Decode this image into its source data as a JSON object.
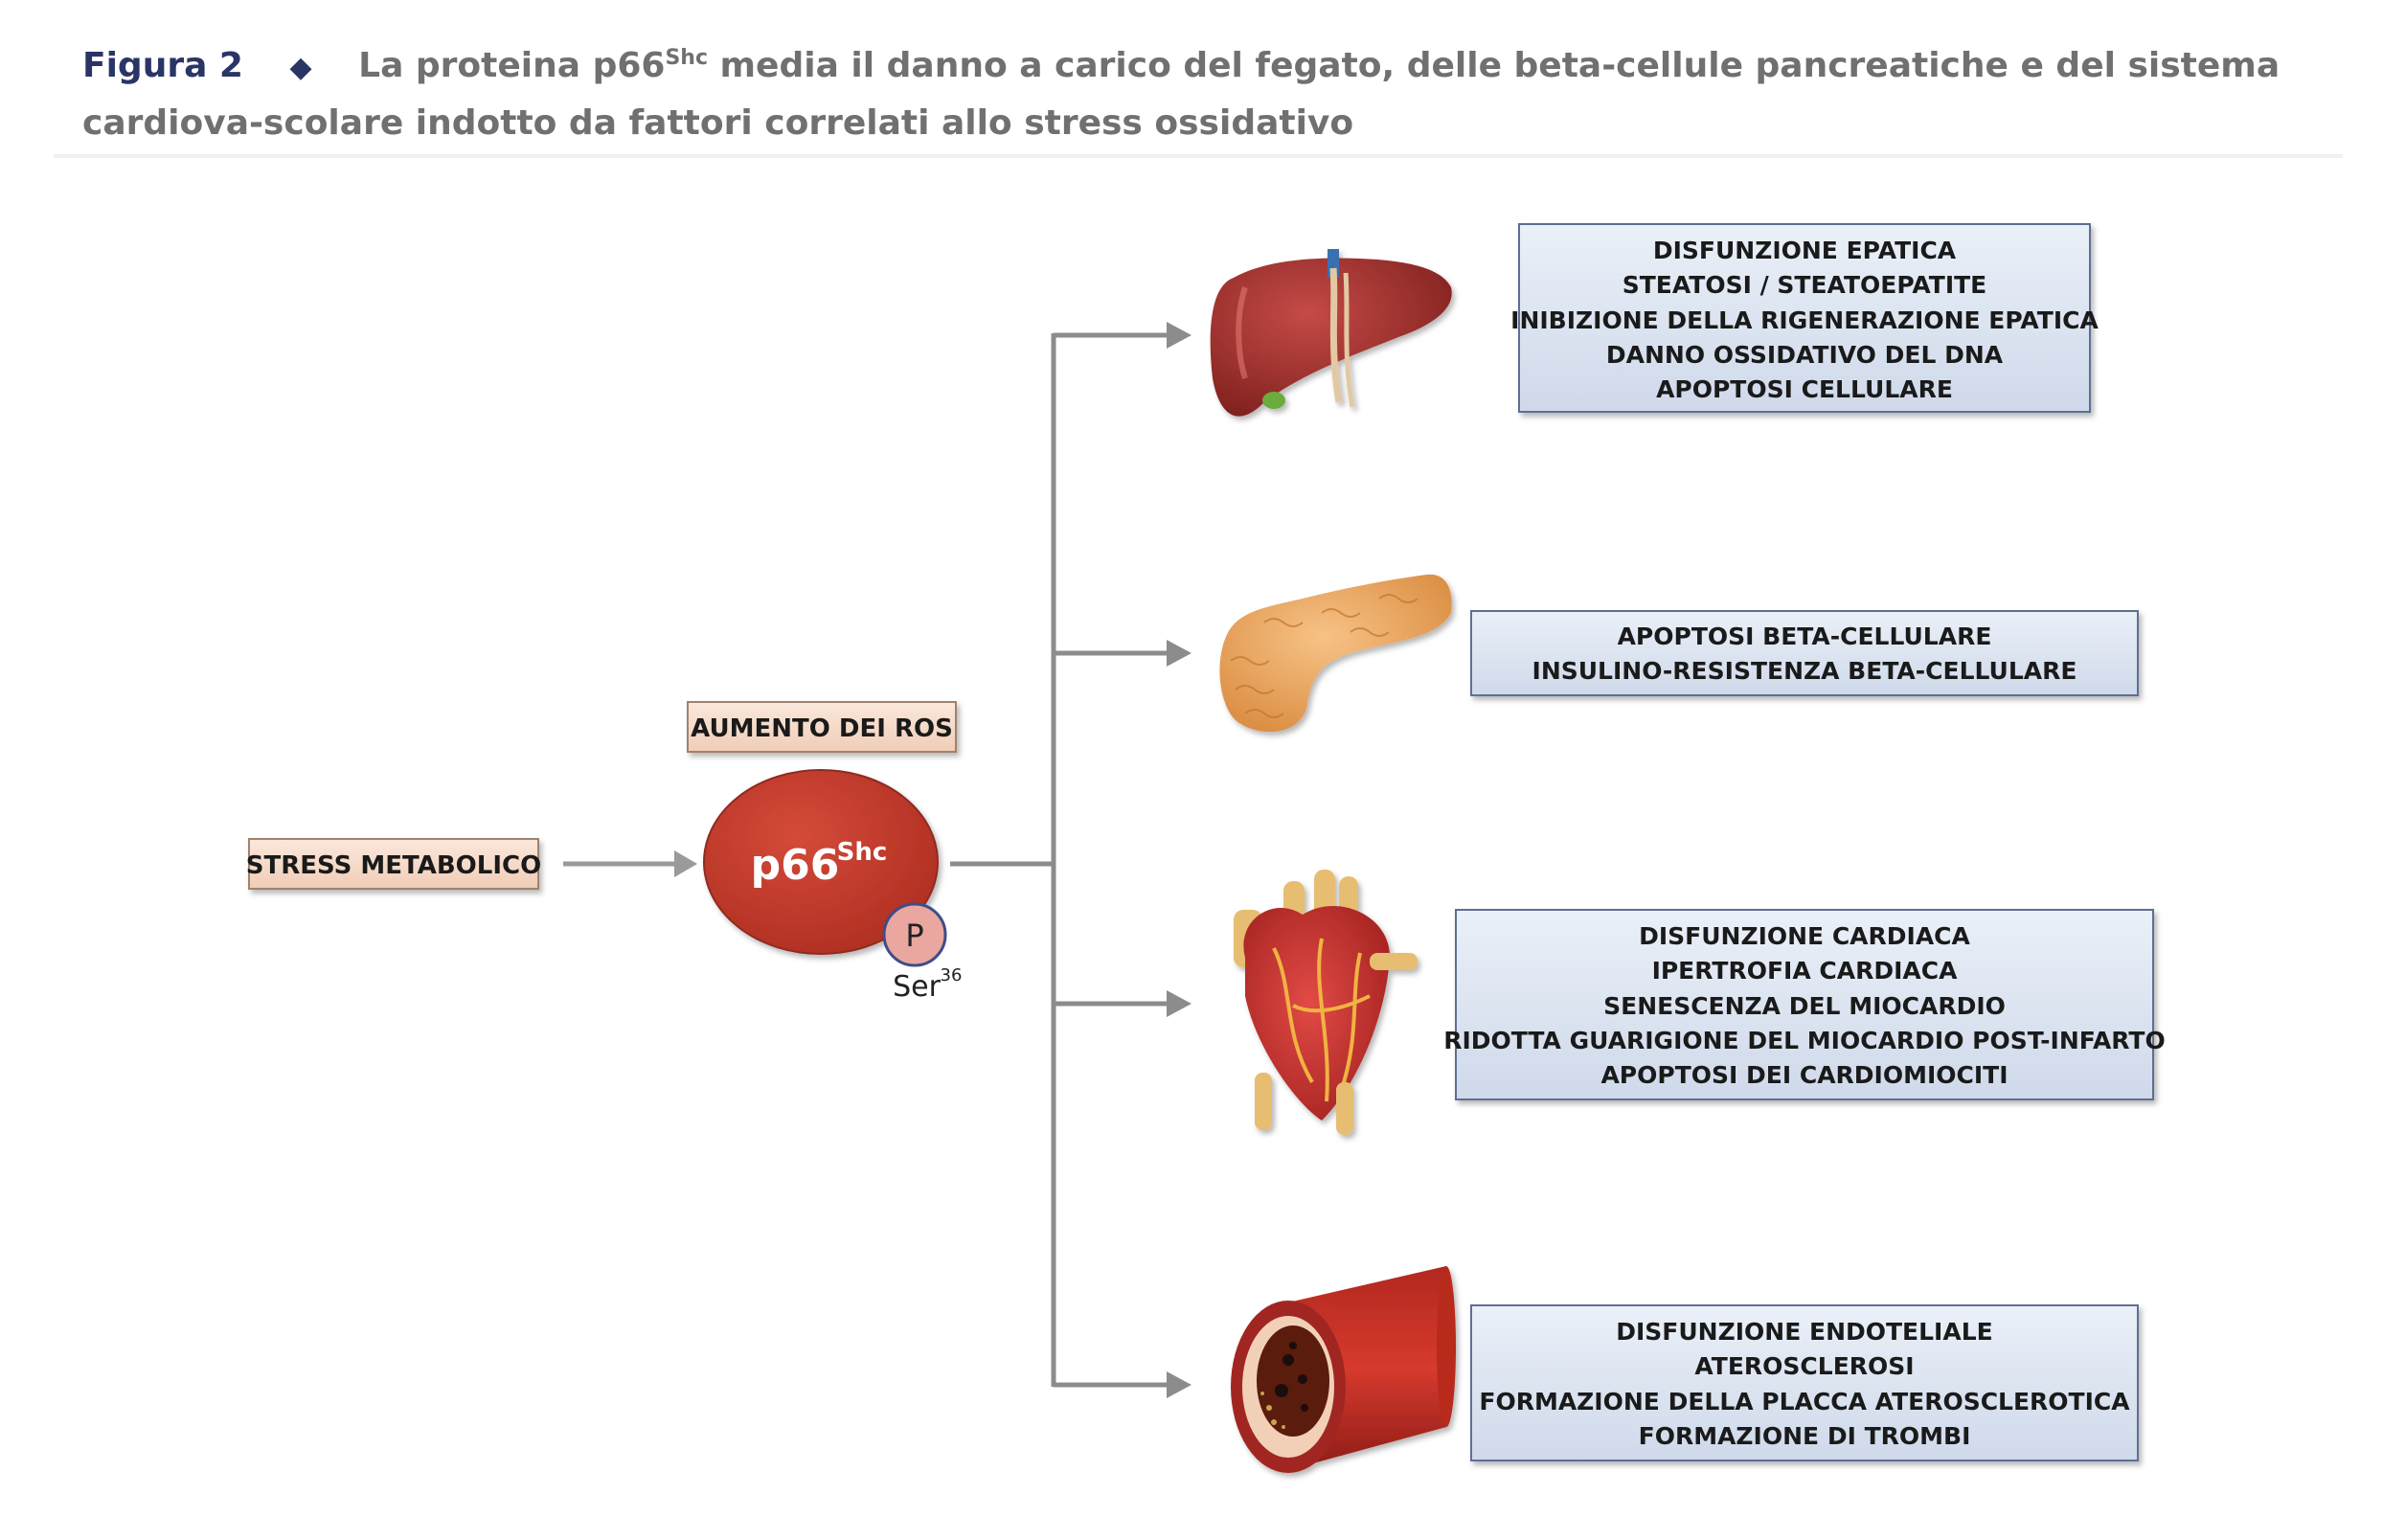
{
  "caption": {
    "figure_label": "Figura 2",
    "diamond": "◆",
    "title_part1": "La proteina p66",
    "title_sup": "Shc",
    "title_part2": " media il danno a carico del fegato, delle beta-cellule pancreatiche e del sistema cardiova-scolare indotto da fattori correlati allo stress ossidativo"
  },
  "inputs": {
    "stress_label": "STRESS METABOLICO",
    "ros_label": "AUMENTO DEI ROS"
  },
  "protein": {
    "name": "p66",
    "sup": "Shc",
    "phospho_label": "P",
    "residue": "Ser",
    "residue_sup": "36"
  },
  "organs": [
    {
      "organ": "liver",
      "effects": [
        "DISFUNZIONE EPATICA",
        "STEATOSI / STEATOEPATITE",
        "INIBIZIONE DELLA RIGENERAZIONE EPATICA",
        "DANNO OSSIDATIVO DEL DNA",
        "APOPTOSI CELLULARE"
      ]
    },
    {
      "organ": "pancreas",
      "effects": [
        "APOPTOSI BETA-CELLULARE",
        "INSULINO-RESISTENZA BETA-CELLULARE"
      ]
    },
    {
      "organ": "heart",
      "effects": [
        "DISFUNZIONE CARDIACA",
        "IPERTROFIA CARDIACA",
        "SENESCENZA DEL MIOCARDIO",
        "RIDOTTA GUARIGIONE DEL MIOCARDIO POST-INFARTO",
        "APOPTOSI DEI CARDIOMIOCITI"
      ]
    },
    {
      "organ": "blood-vessel",
      "effects": [
        "DISFUNZIONE ENDOTELIALE",
        "ATEROSCLEROSI",
        "FORMAZIONE DELLA PLACCA ATEROSCLEROTICA",
        "FORMAZIONE DI TROMBI"
      ]
    }
  ],
  "colors": {
    "caption_label": "#2a3566",
    "caption_text": "#707070",
    "protein_fill": "#c5392a",
    "phospho_fill": "#e9a7a0",
    "tag_fill": "#f6d9c8",
    "effect_box_fill": "#dbe3f0",
    "effect_box_border": "#5d6f93",
    "arrow": "#8c8c8c"
  }
}
